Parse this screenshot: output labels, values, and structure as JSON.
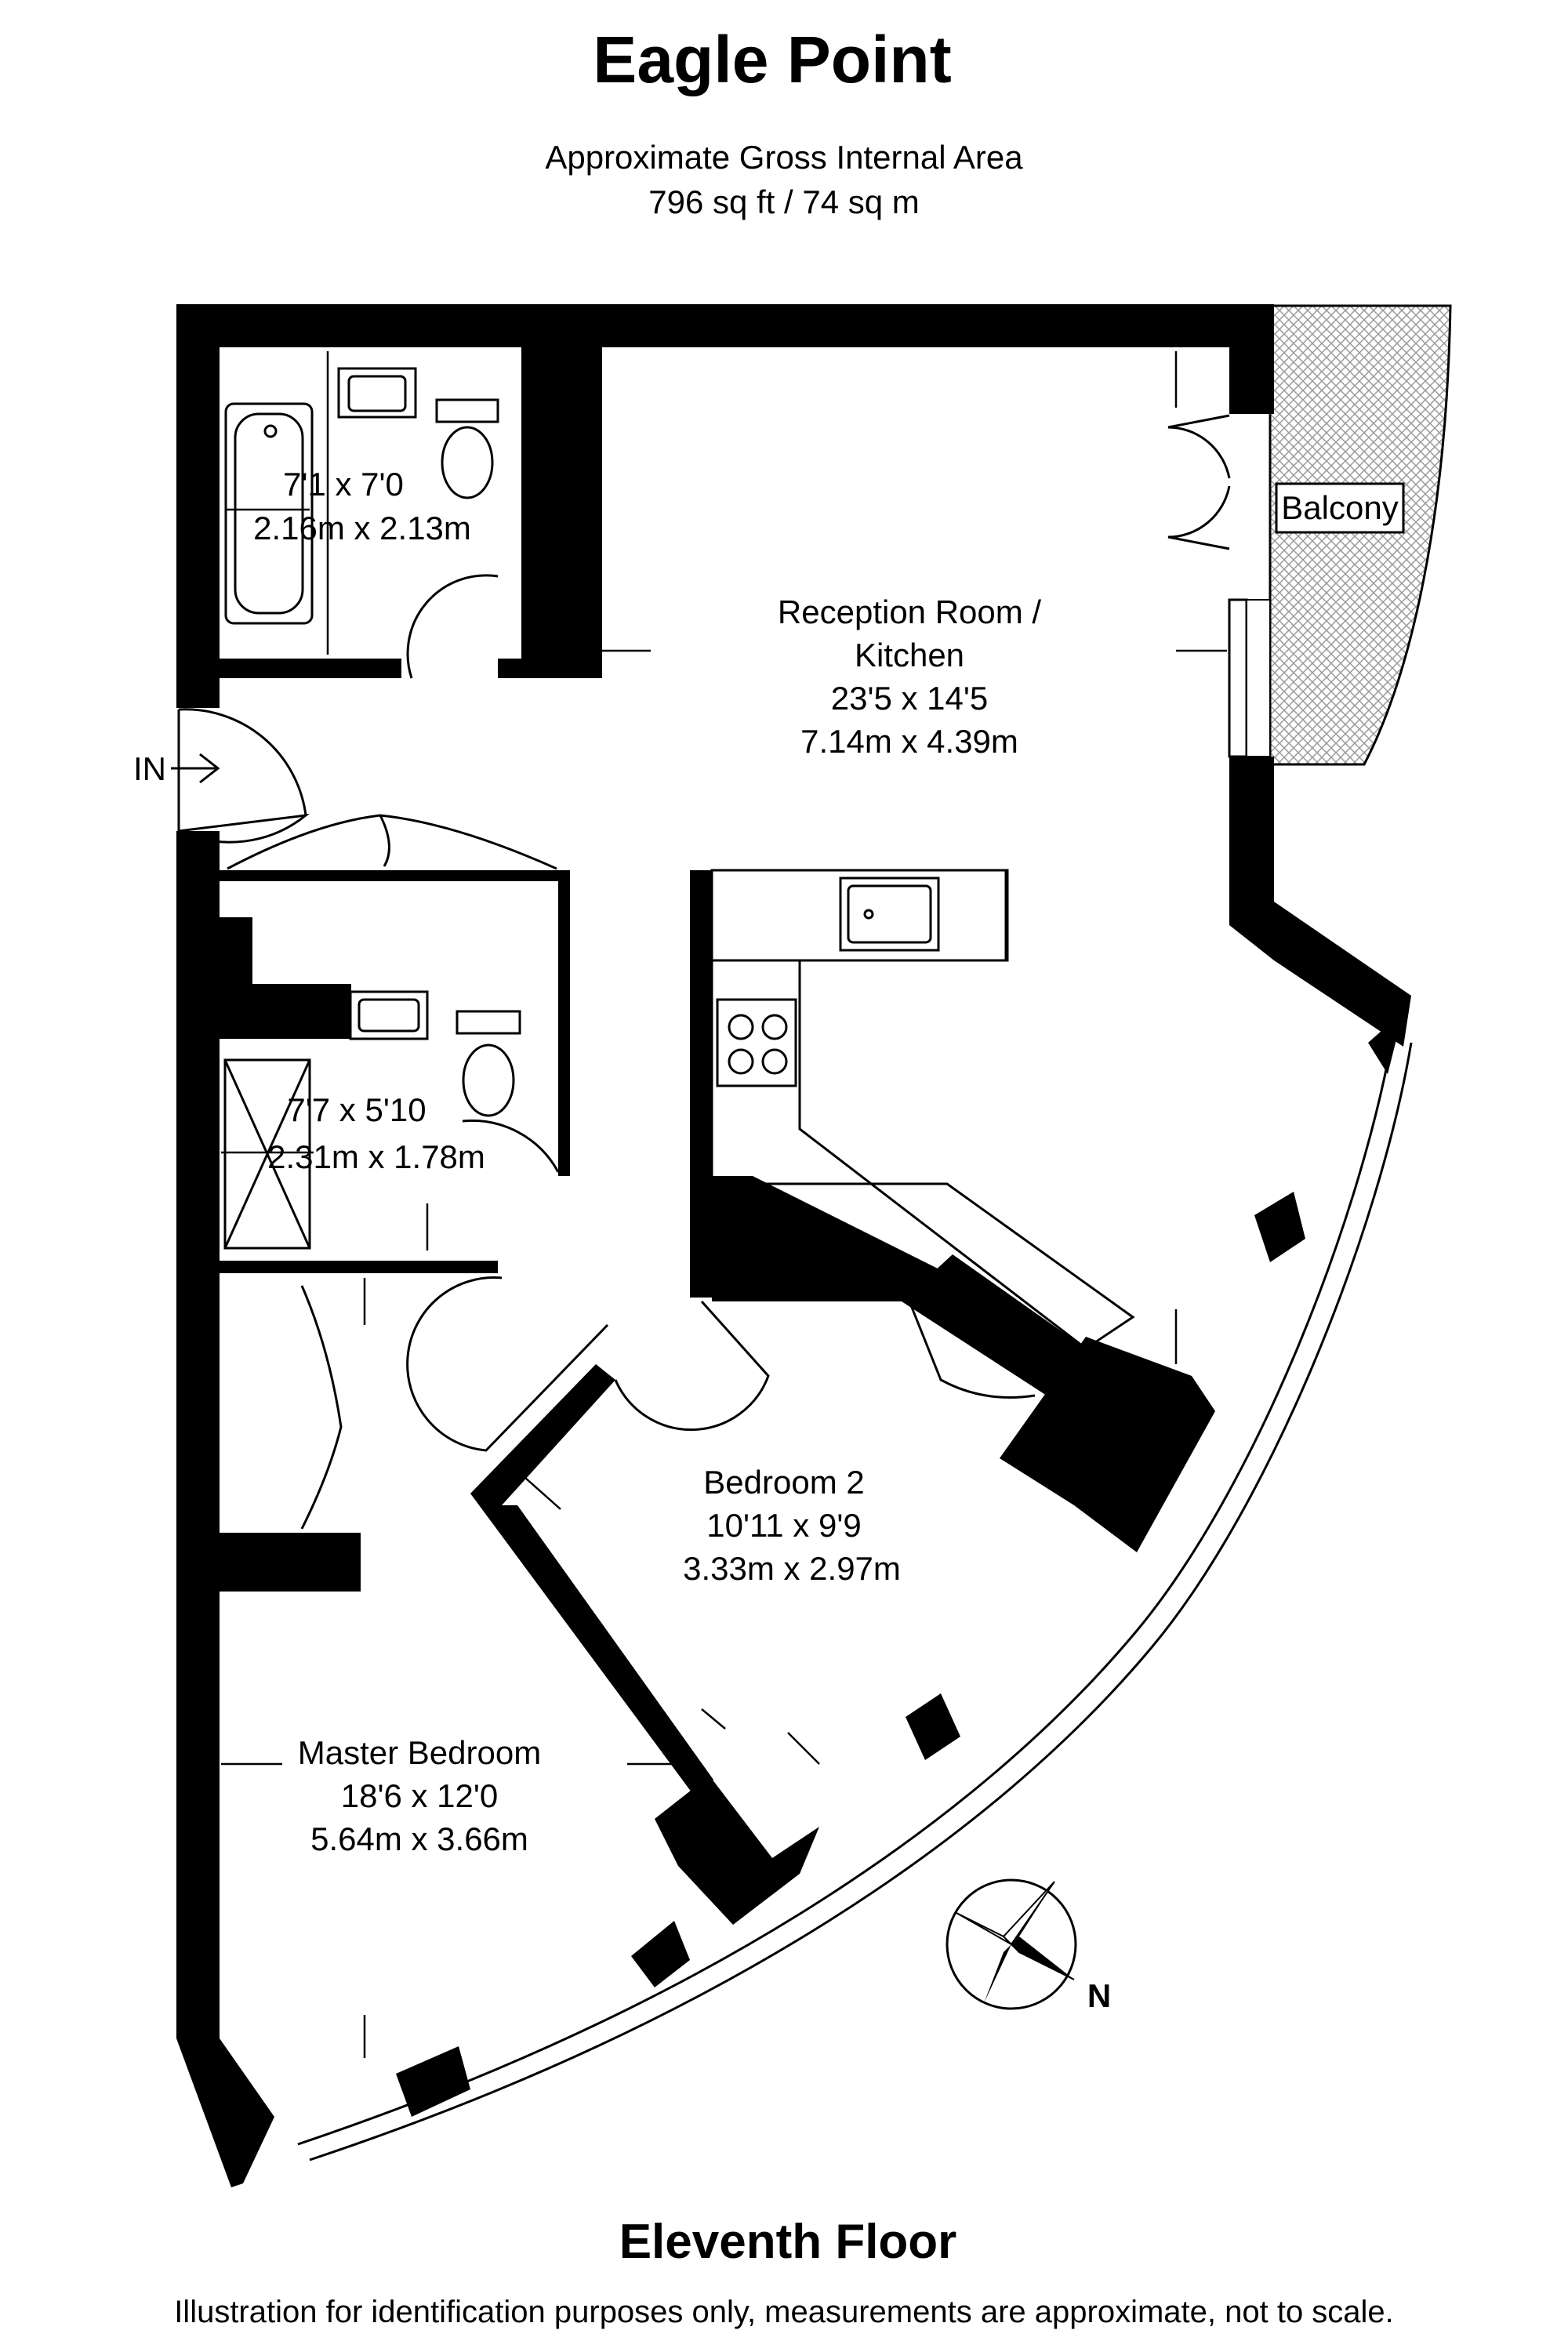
{
  "header": {
    "title": "Eagle Point",
    "area_label": "Approximate Gross Internal Area",
    "area_value": "796 sq ft / 74 sq m"
  },
  "rooms": {
    "bathroom": {
      "dims_imperial": "7'1 x 7'0",
      "dims_metric": "2.16m x 2.13m"
    },
    "shower_room": {
      "dims_imperial": "7'7 x 5'10",
      "dims_metric": "2.31m x 1.78m"
    },
    "reception": {
      "name_line1": "Reception Room /",
      "name_line2": "Kitchen",
      "dims_imperial": "23'5 x 14'5",
      "dims_metric": "7.14m x 4.39m"
    },
    "bedroom2": {
      "name": "Bedroom 2",
      "dims_imperial": "10'11 x 9'9",
      "dims_metric": "3.33m x 2.97m"
    },
    "master": {
      "name": "Master Bedroom",
      "dims_imperial": "18'6 x 12'0",
      "dims_metric": "5.64m x 3.66m"
    }
  },
  "balcony": {
    "label": "Balcony"
  },
  "entrance": {
    "label": "IN"
  },
  "compass": {
    "label": "N"
  },
  "footer": {
    "floor": "Eleventh Floor",
    "disclaimer": "Illustration for identification purposes only, measurements are approximate, not to scale."
  }
}
